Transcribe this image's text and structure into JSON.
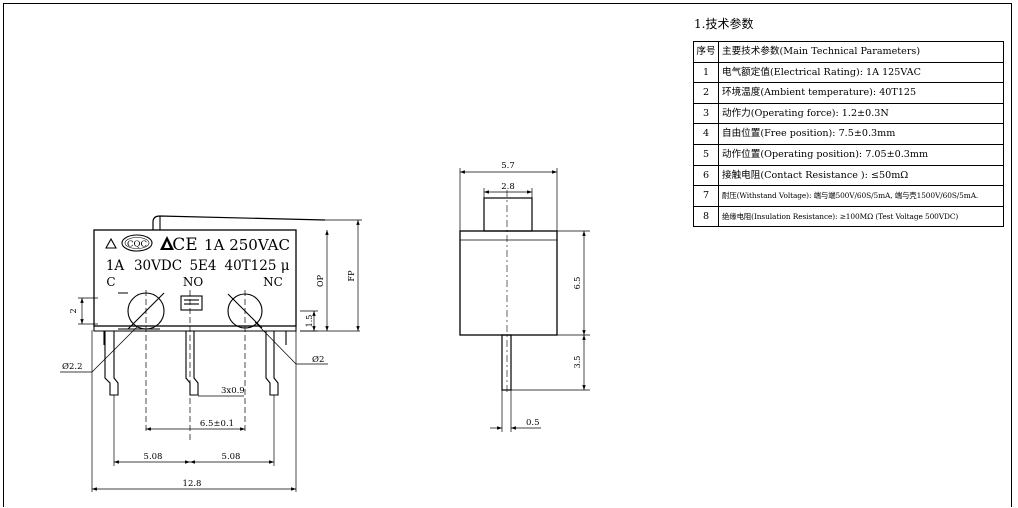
{
  "spec": {
    "title": "1.技术参数",
    "header": {
      "num": "序号",
      "text": "主要技术参数(Main Technical Parameters)"
    },
    "rows": [
      {
        "num": "1",
        "text": "电气额定值(Electrical Rating): 1A 125VAC"
      },
      {
        "num": "2",
        "text": "环境温度(Ambient temperature): 40T125"
      },
      {
        "num": "3",
        "text": "动作力(Operating force): 1.2±0.3N"
      },
      {
        "num": "4",
        "text": "自由位置(Free position): 7.5±0.3mm"
      },
      {
        "num": "5",
        "text": "动作位置(Operating position): 7.05±0.3mm"
      },
      {
        "num": "6",
        "text": "接触电阻(Contact Resistance ): ≤50mΩ"
      },
      {
        "num": "7",
        "text": "耐压(Withstand Voltage): 端与端500V/60S/5mA, 端与壳1500V/60S/5mA."
      },
      {
        "num": "8",
        "text": "绝缘电阻(Insulation Resistance): ≥100MΩ (Test Voltage 500VDC)"
      }
    ]
  },
  "switch": {
    "marking_line1": "1A 250VAC",
    "cqc": "CQC",
    "ce": "CE",
    "marking_line2": [
      "1A",
      "30VDC",
      "5E4",
      "40T125 μ"
    ],
    "terminals": [
      "C",
      "NO",
      "NC"
    ]
  },
  "dims": {
    "front_vert_2": "2",
    "front_vert_1_5": "1.5",
    "front_op": "OP",
    "front_fp": "FP",
    "hole_left": "Ø2.2",
    "hole_right": "Ø2",
    "pin_3x0_9": "3x0.9",
    "pin_6_5": "6.5±0.1",
    "pin_5_08_left": "5.08",
    "pin_5_08_right": "5.08",
    "overall_12_8": "12.8",
    "side_5_7": "5.7",
    "side_2_8": "2.8",
    "side_6_5": "6.5",
    "side_3_5": "3.5",
    "side_0_5": "0.5"
  }
}
